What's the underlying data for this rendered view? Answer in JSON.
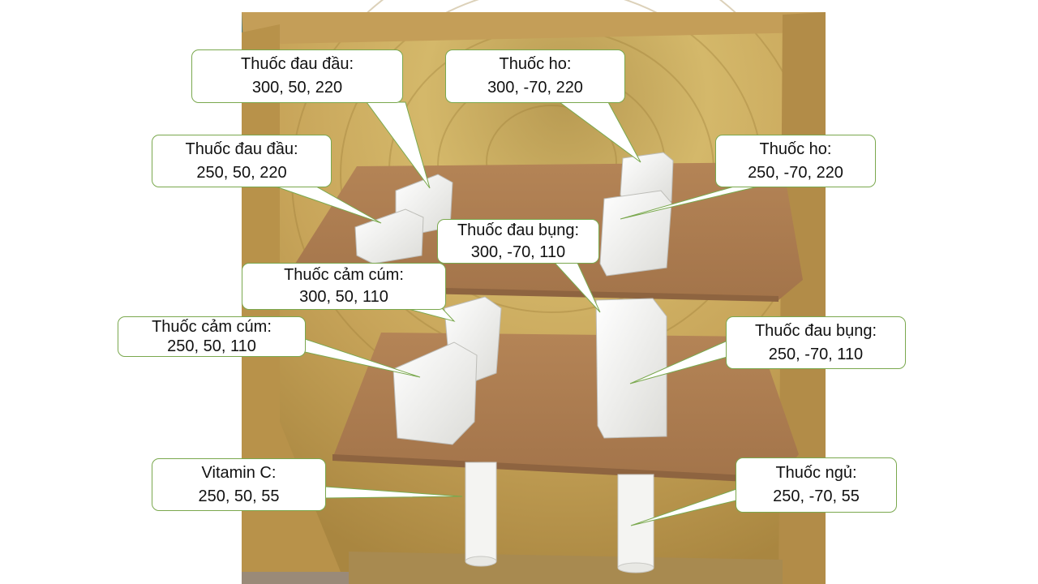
{
  "colors": {
    "callout_border": "#7aa84e",
    "shelf_wood": "#c9a85a",
    "cardboard": "#b8875a",
    "wall": "#4a7a7c",
    "medicine_box": "#f2f2f0"
  },
  "labels": [
    {
      "name": "Thuốc đau đầu:",
      "value": "300, 50, 220"
    },
    {
      "name": "Thuốc ho:",
      "value": "300, -70, 220"
    },
    {
      "name": "Thuốc đau đầu:",
      "value": "250, 50, 220"
    },
    {
      "name": "Thuốc ho:",
      "value": "250, -70, 220"
    },
    {
      "name": "Thuốc đau bụng:",
      "value": "300, -70, 110"
    },
    {
      "name": "Thuốc cảm cúm:",
      "value": "300, 50, 110"
    },
    {
      "name": "Thuốc cảm cúm:",
      "value": "250, 50, 110"
    },
    {
      "name": "Thuốc đau bụng:",
      "value": "250, -70, 110"
    },
    {
      "name": "Vitamin C:",
      "value": "250, 50, 55"
    },
    {
      "name": "Thuốc ngủ:",
      "value": "250, -70, 55"
    }
  ]
}
